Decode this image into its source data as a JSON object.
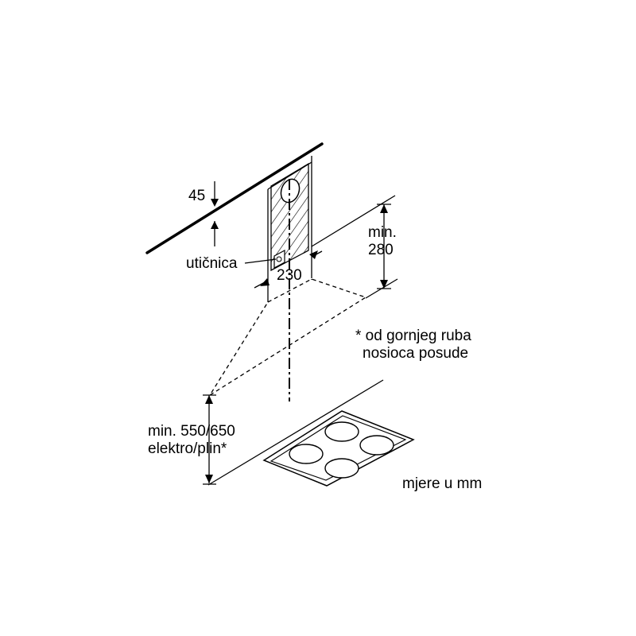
{
  "labels": {
    "dim_45": "45",
    "socket": "utičnica",
    "dim_230": "230",
    "min_280_line1": "min.",
    "min_280_line2": "280",
    "note_line1": "* od gornjeg ruba",
    "note_line2": "nosioca posude",
    "min_550_line1": "min. 550/650",
    "min_550_line2": "elektro/plin*",
    "units": "mjere u mm"
  },
  "colors": {
    "line": "#000000",
    "background": "#ffffff"
  }
}
